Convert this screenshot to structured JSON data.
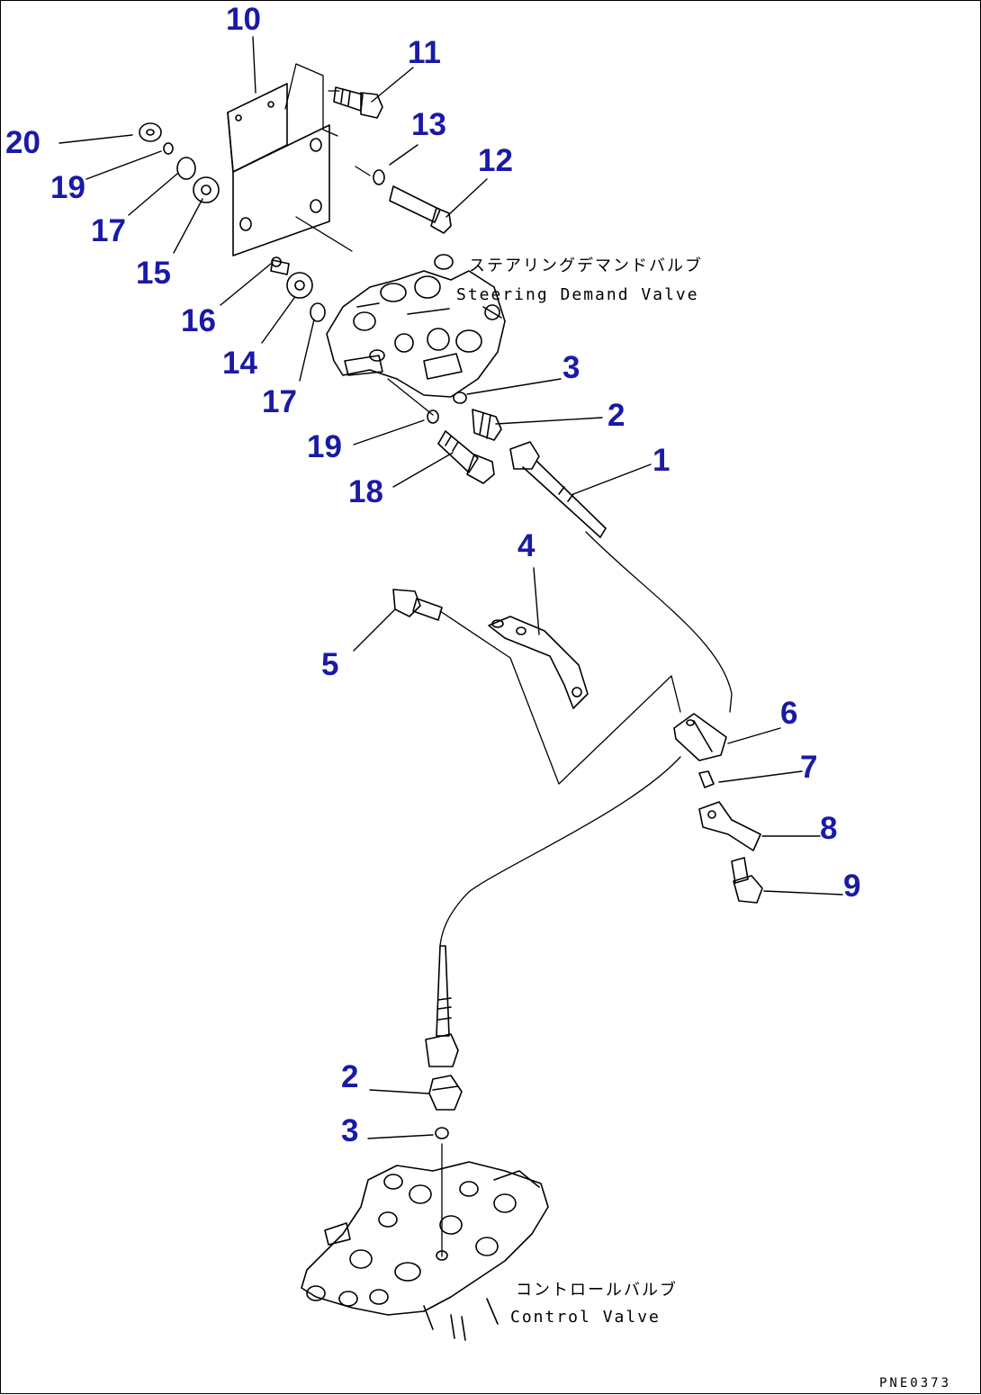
{
  "labels": {
    "steering_jp": "ステアリングデマンドバルブ",
    "steering_en": "Steering Demand Valve",
    "control_jp": "コントロールバルブ",
    "control_en": "Control Valve"
  },
  "drawing_code": "PNE0373",
  "callouts": {
    "c10": "10",
    "c11": "11",
    "c13": "13",
    "c12": "12",
    "c20": "20",
    "c19a": "19",
    "c17a": "17",
    "c15": "15",
    "c16": "16",
    "c14": "14",
    "c17b": "17",
    "c3a": "3",
    "c2a": "2",
    "c1": "1",
    "c19b": "19",
    "c18": "18",
    "c4": "4",
    "c5": "5",
    "c6": "6",
    "c7": "7",
    "c8": "8",
    "c9": "9",
    "c2b": "2",
    "c3b": "3"
  },
  "colors": {
    "callout": "#1a1aa6",
    "line": "#000000"
  }
}
